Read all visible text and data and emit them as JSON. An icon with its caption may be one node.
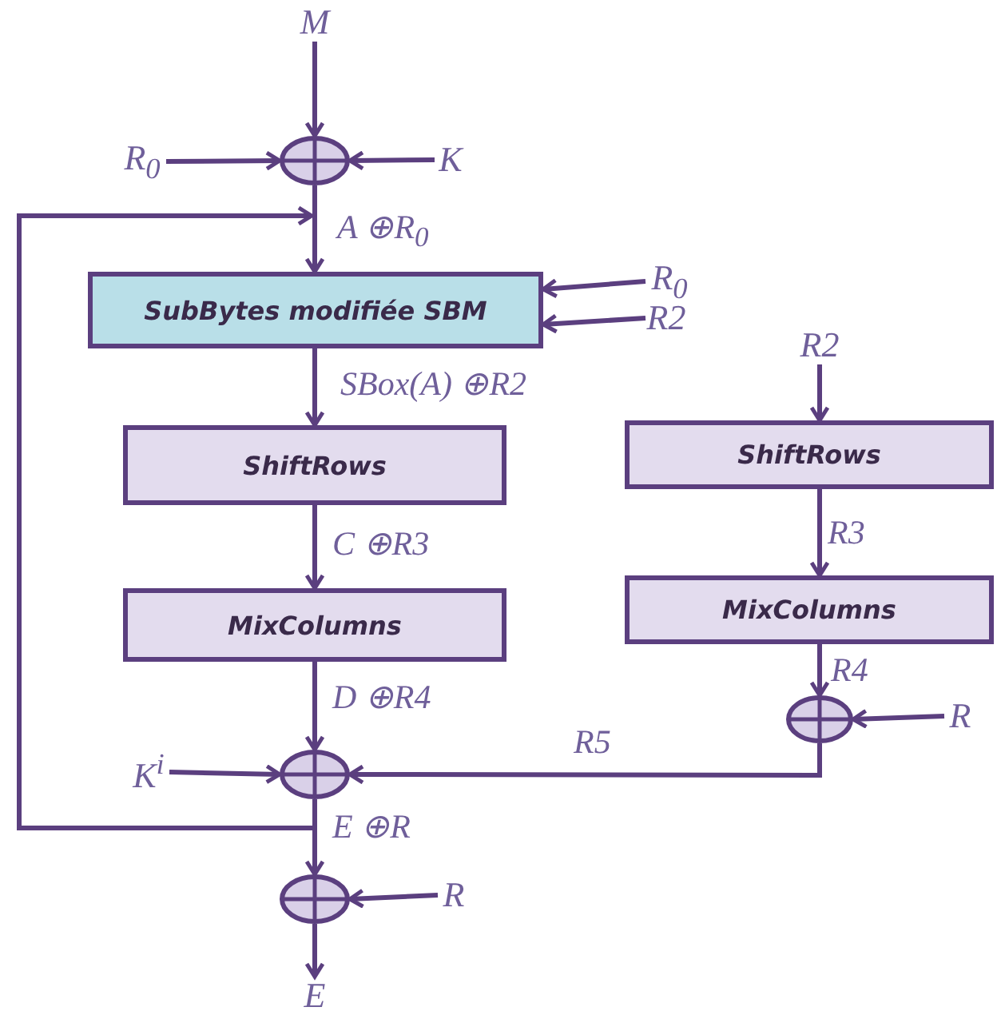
{
  "diagram": {
    "nodes": [
      {
        "text": [
          "M"
        ]
      },
      {
        "text": [],
        "shape": "circle"
      },
      {
        "text": [
          "R$_{0}$"
        ]
      },
      {
        "text": [
          "K"
        ]
      },
      {
        "text": [
          "SubBytes modifiée SBM"
        ]
      },
      {
        "text": [
          "R$_{0}$"
        ]
      },
      {
        "text": [
          "R2"
        ]
      },
      {
        "text": [
          "ShiftRows"
        ]
      },
      {
        "text": [
          "MixColumns"
        ]
      },
      {
        "text": [
          "R2"
        ]
      },
      {
        "text": [
          "ShiftRows"
        ]
      },
      {
        "text": [
          "MixColumns"
        ]
      },
      {
        "text": [],
        "shape": "circle"
      },
      {
        "text": [
          "R"
        ]
      },
      {
        "text": [
          "K$^{i}$"
        ]
      },
      {
        "text": [],
        "shape": "circle"
      },
      {
        "text": [],
        "shape": "circle"
      },
      {
        "text": [
          "R"
        ]
      },
      {
        "text": [
          "E"
        ]
      }
    ],
    "edges": [
      {
        "from": 0,
        "to": 1,
        "arrow": "to"
      },
      {
        "from": 2,
        "to": 1,
        "arrow": "to"
      },
      {
        "from": 3,
        "to": 1,
        "arrow": "to"
      },
      {
        "from": 1,
        "to": 4,
        "arrow": "to",
        "label": "A ⊕R$_{0}$"
      },
      {
        "from": 5,
        "to": 4,
        "arrow": "to"
      },
      {
        "from": 6,
        "to": 4,
        "arrow": "to"
      },
      {
        "from": 4,
        "to": 7,
        "arrow": "to",
        "label": "SBox(A) ⊕R2"
      },
      {
        "from": 7,
        "to": 8,
        "arrow": "to",
        "label": "C ⊕R3"
      },
      {
        "from": 8,
        "to": 15,
        "arrow": "to",
        "label": "D ⊕R4"
      },
      {
        "from": 9,
        "to": 10,
        "arrow": "to"
      },
      {
        "from": 10,
        "to": 11,
        "arrow": "to",
        "label": "R3"
      },
      {
        "from": 11,
        "to": 12,
        "arrow": "to",
        "label": "R4"
      },
      {
        "from": 13,
        "to": 12,
        "arrow": "to"
      },
      {
        "from": 12,
        "to": 15,
        "arrow": "to",
        "label": "R5"
      },
      {
        "from": 14,
        "to": 15,
        "arrow": "to"
      },
      {
        "from": 15,
        "to": 16,
        "arrow": "to",
        "label": "E ⊕R"
      },
      {
        "from": 17,
        "to": 16,
        "arrow": "to"
      },
      {
        "from": 16,
        "to": 18,
        "arrow": "to"
      },
      {
        "from": 15,
        "to": 1,
        "arrow": "to"
      }
    ]
  }
}
